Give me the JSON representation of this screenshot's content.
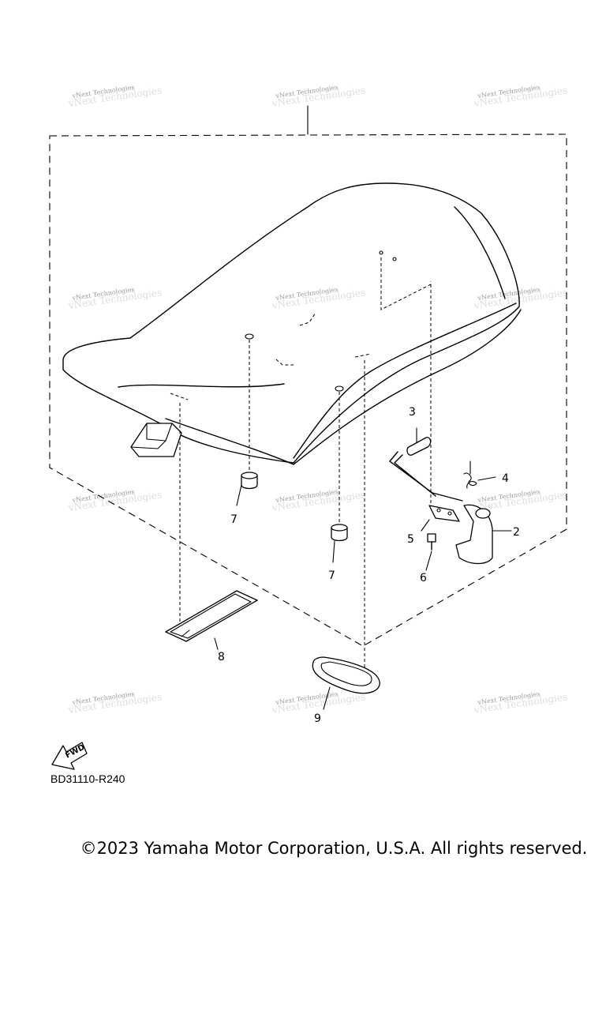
{
  "diagram": {
    "callouts": {
      "p2": "2",
      "p3": "3",
      "p4": "4",
      "p5": "5",
      "p6": "6",
      "p7a": "7",
      "p7b": "7",
      "p8": "8",
      "p9": "9"
    },
    "fwd_label": "FWD",
    "watermark": "vNext Technologies",
    "diagram_code": "BD31110-R240"
  },
  "footer": {
    "copyright": "©2023 Yamaha Motor Corporation, U.S.A. All rights reserved."
  }
}
